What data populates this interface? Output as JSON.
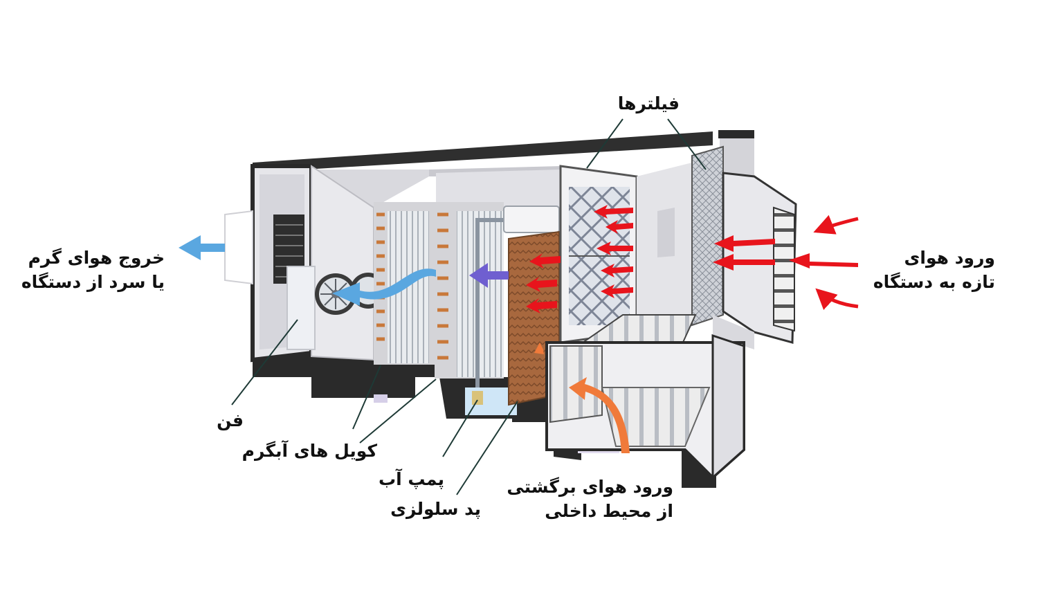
{
  "labels": {
    "filters": "فیلترها",
    "fresh_air_in": [
      "ورود هوای",
      "تازه به دستگاه"
    ],
    "outlet": [
      "خروج هوای گرم",
      "یا سرد از دستگاه"
    ],
    "fan": "فن",
    "hot_water_coils": "کویل های آبگرم",
    "water_pump": "پمپ آب",
    "cellulose_pad": "پد سلولزی",
    "return_air_in": [
      "ورود هوای برگشتی",
      "از محیط داخلی"
    ]
  },
  "colors": {
    "warm_air_arrow": "#e8141c",
    "cool_air_arrow": "#5aa7e0",
    "pad_air_arrow": "#6f5fd0",
    "return_air_arrow": "#f07a3a",
    "cellulose_pad": "#a8683e",
    "coil_copper": "#c8783a",
    "frame_dark": "#2a2a2a",
    "panel_light": "#e6e6ea"
  },
  "icons": [
    "fan-icon",
    "filter-icon",
    "coil-icon",
    "pump-icon",
    "damper-icon"
  ]
}
